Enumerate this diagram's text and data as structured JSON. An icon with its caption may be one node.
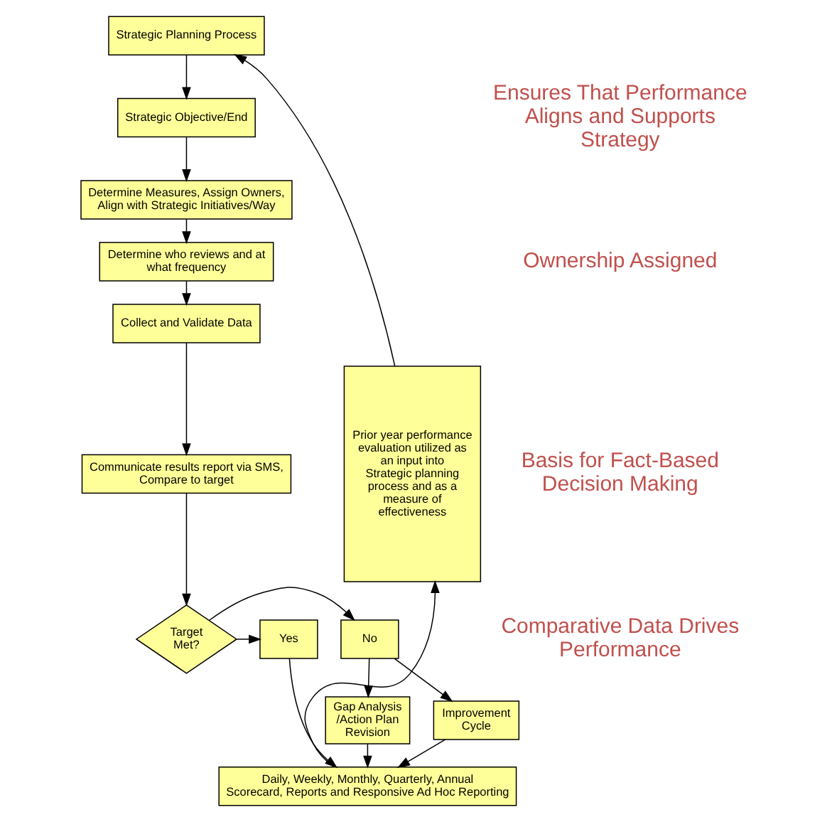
{
  "diagram": {
    "nodes": [
      {
        "text": [
          "Strategic Planning Process"
        ]
      },
      {
        "text": [
          "Strategic Objective/End"
        ]
      },
      {
        "text": [
          "Determine Measures, Assign Owners, Align with Strategic Initiatives/Way"
        ]
      },
      {
        "text": [
          "Determine who reviews and at what frequency"
        ]
      },
      {
        "text": [
          "Collect and Validate Data"
        ]
      },
      {
        "text": [
          "Communicate results report via SMS, Compare to target"
        ]
      },
      {
        "text": [
          "Target Met?"
        ]
      },
      {
        "text": [
          "No"
        ]
      },
      {
        "text": [
          "Yes"
        ]
      },
      {
        "text": [
          "Gap Analysis /Action Plan Revision"
        ]
      },
      {
        "text": [
          "Improvement Cycle"
        ]
      },
      {
        "text": [
          "Daily, Weekly, Monthly, Quarterly, Annual Scorecard, Reports and Responsive Ad Hoc Reporting"
        ]
      },
      {
        "text": [
          "Prior year performance evaluation utilized as an input into Strategic planning process and as a measure of effectiveness"
        ]
      }
    ],
    "edges": [
      {
        "from": 0,
        "to": 1,
        "arrow": "to"
      },
      {
        "from": 1,
        "to": 2,
        "arrow": "to"
      },
      {
        "from": 2,
        "to": 3,
        "arrow": "to"
      },
      {
        "from": 3,
        "to": 4,
        "arrow": "to"
      },
      {
        "from": 4,
        "to": 5,
        "arrow": "to"
      },
      {
        "from": 5,
        "to": 6,
        "arrow": "to"
      },
      {
        "from": 6,
        "to": 7,
        "arrow": "to"
      },
      {
        "from": 6,
        "to": 8,
        "arrow": "to"
      },
      {
        "from": 7,
        "to": 9,
        "arrow": "to"
      },
      {
        "from": 7,
        "to": 10,
        "arrow": "to"
      },
      {
        "from": 9,
        "to": 11,
        "arrow": "to"
      },
      {
        "from": 10,
        "to": 11,
        "arrow": "to"
      },
      {
        "from": 8,
        "to": 11,
        "arrow": "to"
      },
      {
        "from": 11,
        "to": 12,
        "arrow": "to"
      },
      {
        "from": 12,
        "to": 0,
        "arrow": "to"
      }
    ],
    "labels": [
      "Ensures That Performance Aligns and Supports Strategy",
      "Ownership Assigned",
      "Basis for Fact-Based Decision Making",
      "Comparative Data Drives Performance"
    ]
  }
}
